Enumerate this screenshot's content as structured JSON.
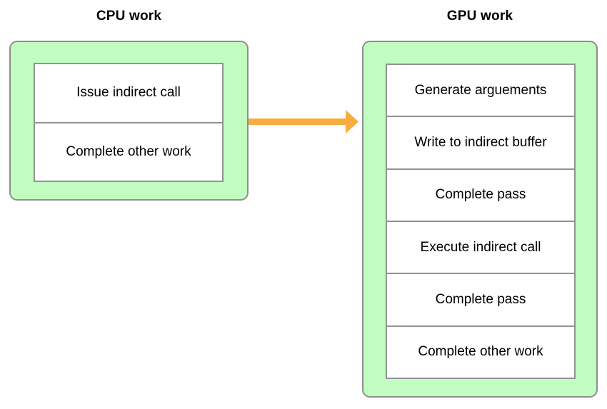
{
  "colors": {
    "group_fill": "#c1fcc1",
    "group_border": "#8e8e8e",
    "step_fill": "#ffffff",
    "step_border": "#929292",
    "arrow": "#f7ac41",
    "text": "#000000"
  },
  "cpu": {
    "title": "CPU work",
    "steps": [
      "Issue indirect call",
      "Complete other work"
    ]
  },
  "gpu": {
    "title": "GPU work",
    "steps": [
      "Generate arguements",
      "Write to indirect buffer",
      "Complete pass",
      "Execute indirect call",
      "Complete pass",
      "Complete other work"
    ]
  },
  "arrow": {
    "meaning": "cpu-to-gpu-flow"
  }
}
